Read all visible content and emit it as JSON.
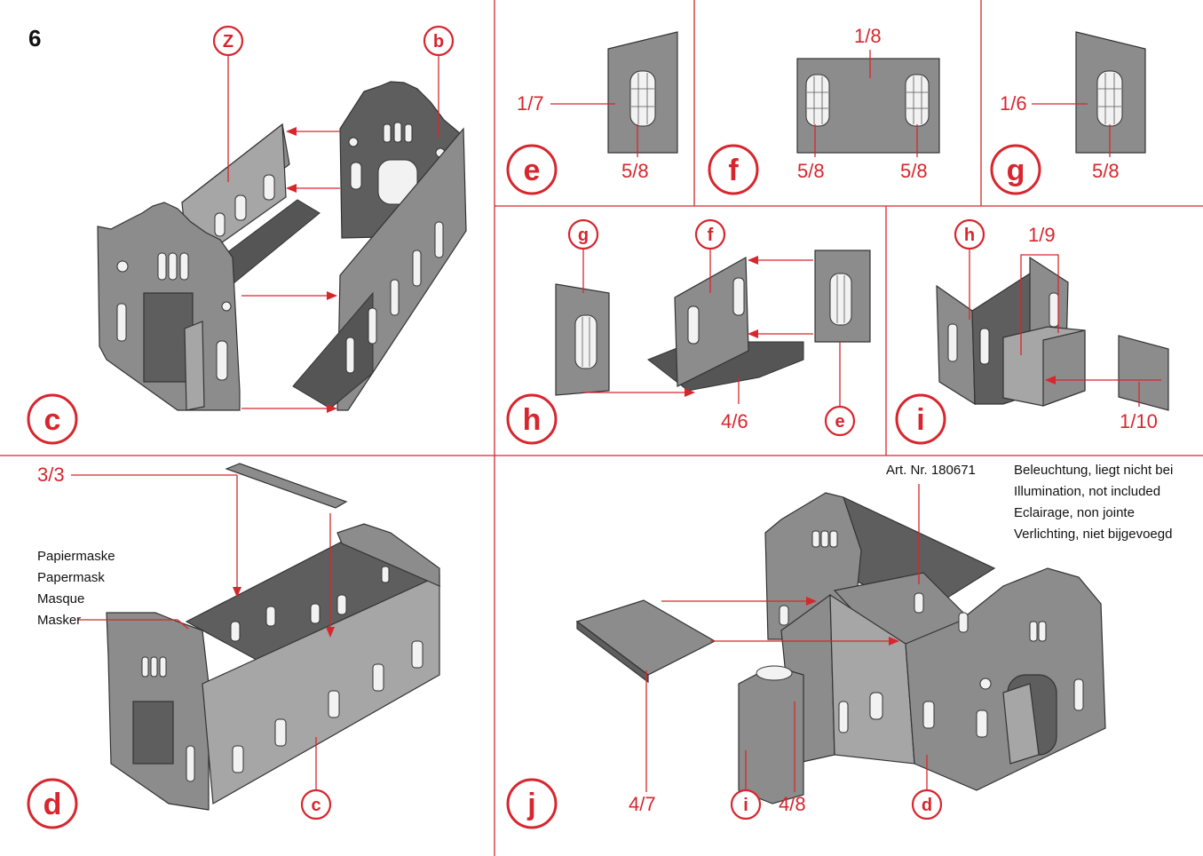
{
  "page_number": "6",
  "steps": {
    "c": "c",
    "d": "d",
    "e": "e",
    "f": "f",
    "g": "g",
    "h": "h",
    "i": "i",
    "j": "j"
  },
  "panel_c": {
    "ref_z": "Z",
    "ref_b": "b"
  },
  "panel_e": {
    "part": "1/7",
    "window": "5/8"
  },
  "panel_f": {
    "part": "1/8",
    "window_left": "5/8",
    "window_right": "5/8"
  },
  "panel_g": {
    "part": "1/6",
    "window": "5/8"
  },
  "panel_h": {
    "ref_g": "g",
    "ref_f": "f",
    "ref_e": "e",
    "floor": "4/6"
  },
  "panel_i": {
    "ref_h": "h",
    "part_top": "1/9",
    "part_lid": "1/10"
  },
  "panel_d": {
    "roof_part": "3/3",
    "ref_c": "c",
    "mask_lines": [
      "Papiermaske",
      "Papermask",
      "Masque",
      "Masker"
    ]
  },
  "panel_j": {
    "article": "Art. Nr. 180671",
    "lighting_notes": [
      "Beleuchtung, liegt nicht bei",
      "Illumination, not included",
      "Eclairage, non jointe",
      "Verlichting, niet bijgevoegd"
    ],
    "roof_part": "4/7",
    "chimney_part": "4/8",
    "ref_i": "i",
    "ref_d": "d"
  },
  "colors": {
    "accent": "#d7262e",
    "part_grey": "#8c8c8c",
    "outline": "#333333"
  }
}
